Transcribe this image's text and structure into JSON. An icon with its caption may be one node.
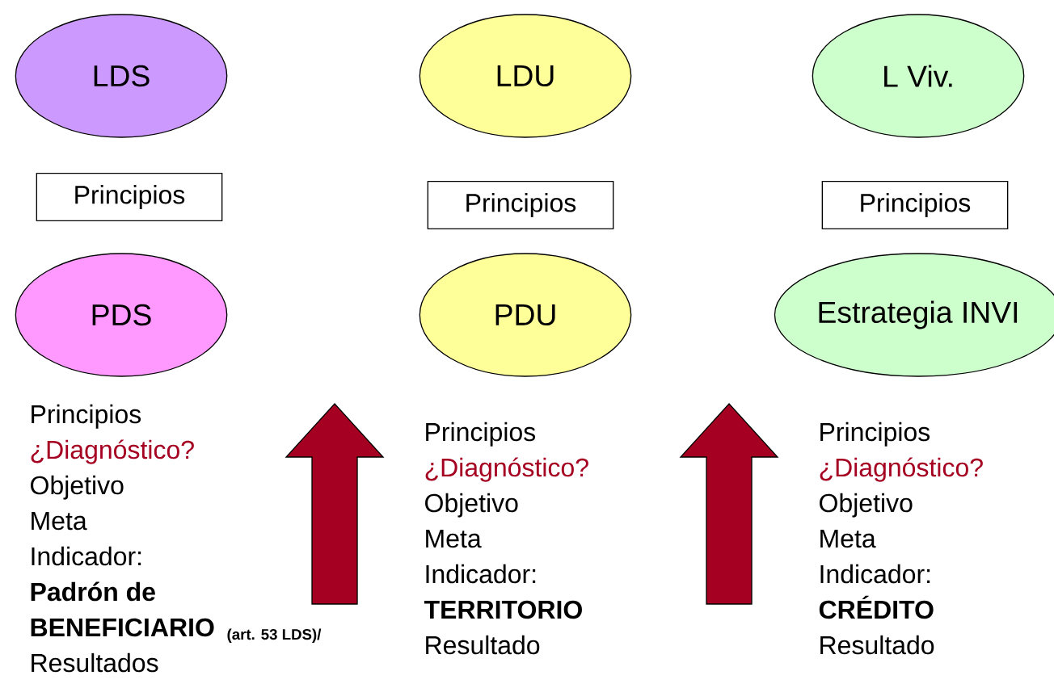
{
  "diagram": {
    "nodes": [
      {
        "text": [
          "LDS"
        ]
      },
      {
        "text": [
          "LDU"
        ]
      },
      {
        "text": [
          "L Viv."
        ]
      },
      {
        "text": [
          "Principios"
        ]
      },
      {
        "text": [
          "Principios"
        ]
      },
      {
        "text": [
          "Principios"
        ]
      },
      {
        "text": [
          "PDS"
        ]
      },
      {
        "text": [
          "PDU"
        ]
      },
      {
        "text": [
          "Estrategia INVI"
        ]
      }
    ],
    "labels": [
      "Principios",
      "¿Diagnóstico?",
      "Objetivo",
      "Meta",
      "Indicador:",
      "Padrón de",
      "BENEFICIARIO",
      "(art. 53 LDS)/",
      "Resultados",
      "Principios",
      "¿Diagnóstico?",
      "Objetivo",
      "Meta",
      "Indicador:",
      "TERRITORIO",
      "Resultado",
      "Principios",
      "¿Diagnóstico?",
      "Objetivo",
      "Meta",
      "Indicador:",
      "CRÉDITO",
      "Resultado"
    ]
  }
}
